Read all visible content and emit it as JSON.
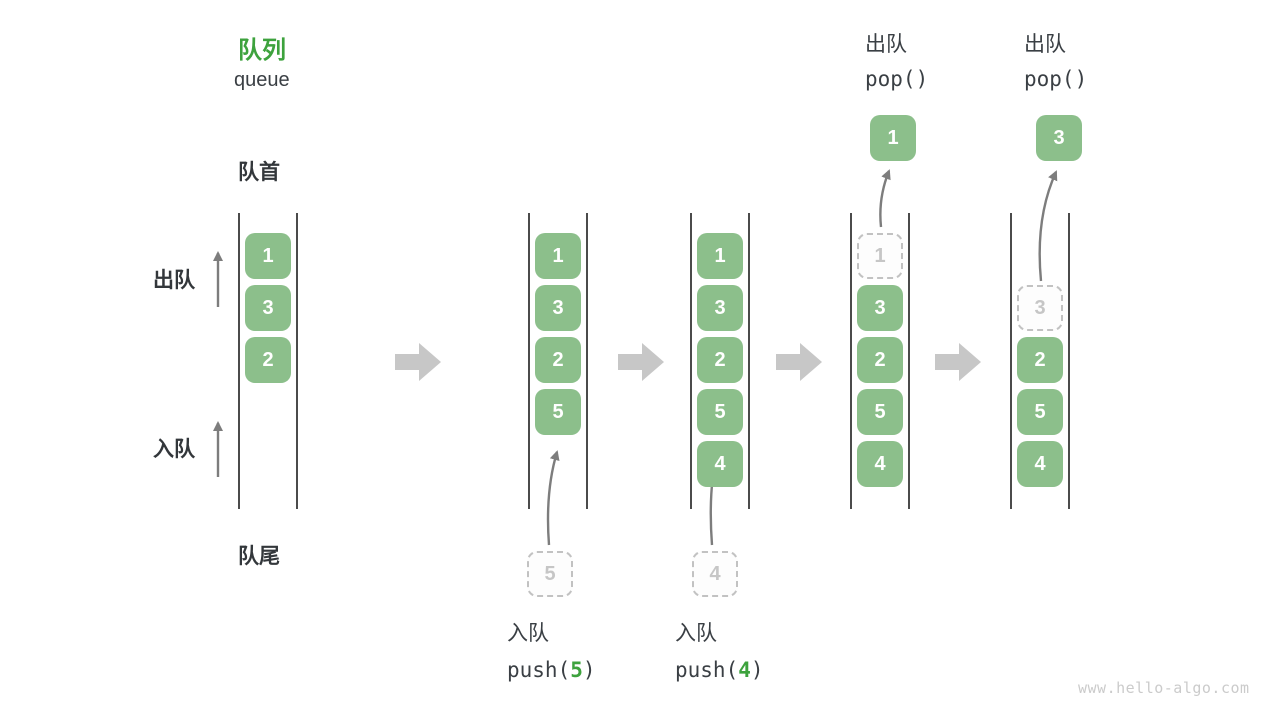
{
  "title": {
    "zh": "队列",
    "en": "queue"
  },
  "side_labels": {
    "front": "队首",
    "rear": "队尾",
    "dequeue": "出队",
    "enqueue": "入队"
  },
  "watermark": "www.hello-algo.com",
  "colors": {
    "accent_green": "#3da23d",
    "box_green": "#8cbf8b",
    "text_dark": "#3a3f44",
    "thin_arrow": "#7d7d7d",
    "block_arrow": "#c7c7c7",
    "dashed_border": "#c2c2c2",
    "dashed_text": "#c6c6c6",
    "watermark_gray": "#cbcbcb"
  },
  "states": [
    {
      "name": "initial",
      "slots": [
        {
          "t": "g",
          "v": "1"
        },
        {
          "t": "g",
          "v": "3"
        },
        {
          "t": "g",
          "v": "2"
        }
      ]
    },
    {
      "name": "after-push-5",
      "slots": [
        {
          "t": "g",
          "v": "1"
        },
        {
          "t": "g",
          "v": "3"
        },
        {
          "t": "g",
          "v": "2"
        },
        {
          "t": "g",
          "v": "5"
        }
      ],
      "staged": "5",
      "caption": {
        "zh": "入队",
        "code_pre": "push(",
        "arg": "5",
        "code_post": ")"
      }
    },
    {
      "name": "after-push-4",
      "slots": [
        {
          "t": "g",
          "v": "1"
        },
        {
          "t": "g",
          "v": "3"
        },
        {
          "t": "g",
          "v": "2"
        },
        {
          "t": "g",
          "v": "5"
        },
        {
          "t": "g",
          "v": "4"
        }
      ],
      "staged": "4",
      "caption": {
        "zh": "入队",
        "code_pre": "push(",
        "arg": "4",
        "code_post": ")"
      }
    },
    {
      "name": "after-pop-1",
      "slots": [
        {
          "t": "d",
          "v": "1"
        },
        {
          "t": "g",
          "v": "3"
        },
        {
          "t": "g",
          "v": "2"
        },
        {
          "t": "g",
          "v": "5"
        },
        {
          "t": "g",
          "v": "4"
        }
      ],
      "popped": "1",
      "header": {
        "zh": "出队",
        "code": "pop()"
      }
    },
    {
      "name": "after-pop-3",
      "slots": [
        {
          "t": "e",
          "v": ""
        },
        {
          "t": "d",
          "v": "3"
        },
        {
          "t": "g",
          "v": "2"
        },
        {
          "t": "g",
          "v": "5"
        },
        {
          "t": "g",
          "v": "4"
        }
      ],
      "popped": "3",
      "header": {
        "zh": "出队",
        "code": "pop()"
      }
    }
  ]
}
